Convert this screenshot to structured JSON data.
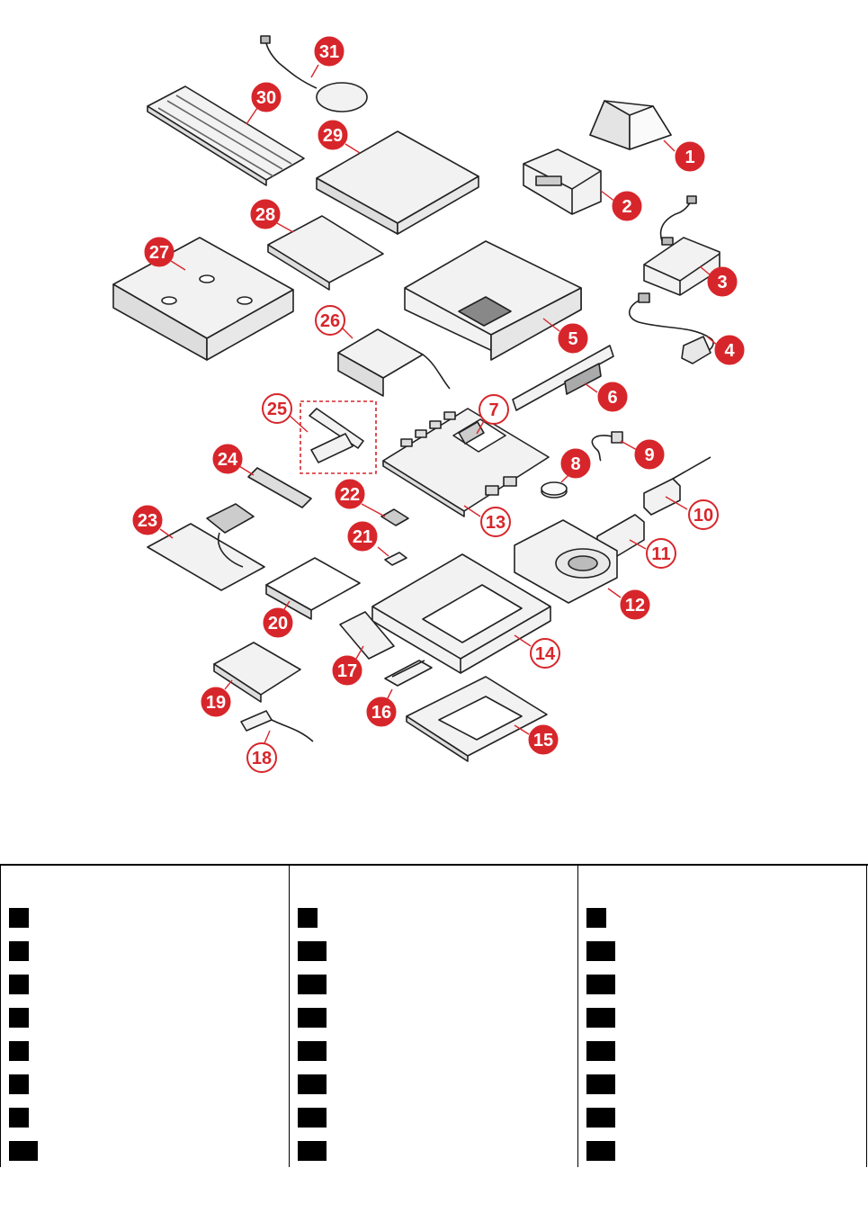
{
  "colors": {
    "callout_red": "#d7262b",
    "outline": "#222222",
    "part_fill": "#f2f2f2",
    "legend_box": "#000000"
  },
  "callouts": [
    {
      "n": "1",
      "style": "filled"
    },
    {
      "n": "2",
      "style": "filled"
    },
    {
      "n": "3",
      "style": "filled"
    },
    {
      "n": "4",
      "style": "filled"
    },
    {
      "n": "5",
      "style": "filled"
    },
    {
      "n": "6",
      "style": "filled"
    },
    {
      "n": "7",
      "style": "outline"
    },
    {
      "n": "8",
      "style": "filled"
    },
    {
      "n": "9",
      "style": "filled"
    },
    {
      "n": "10",
      "style": "outline"
    },
    {
      "n": "11",
      "style": "outline"
    },
    {
      "n": "12",
      "style": "filled"
    },
    {
      "n": "13",
      "style": "outline"
    },
    {
      "n": "14",
      "style": "outline"
    },
    {
      "n": "15",
      "style": "filled"
    },
    {
      "n": "16",
      "style": "filled"
    },
    {
      "n": "17",
      "style": "filled"
    },
    {
      "n": "18",
      "style": "outline"
    },
    {
      "n": "19",
      "style": "filled"
    },
    {
      "n": "20",
      "style": "filled"
    },
    {
      "n": "21",
      "style": "filled"
    },
    {
      "n": "22",
      "style": "filled"
    },
    {
      "n": "23",
      "style": "filled"
    },
    {
      "n": "24",
      "style": "filled"
    },
    {
      "n": "25",
      "style": "outline"
    },
    {
      "n": "26",
      "style": "outline"
    },
    {
      "n": "27",
      "style": "filled"
    },
    {
      "n": "28",
      "style": "filled"
    },
    {
      "n": "29",
      "style": "filled"
    },
    {
      "n": "30",
      "style": "filled"
    },
    {
      "n": "31",
      "style": "filled"
    }
  ],
  "legend": {
    "columns": [
      {
        "rows": 8
      },
      {
        "rows": 8
      },
      {
        "rows": 8
      }
    ]
  }
}
